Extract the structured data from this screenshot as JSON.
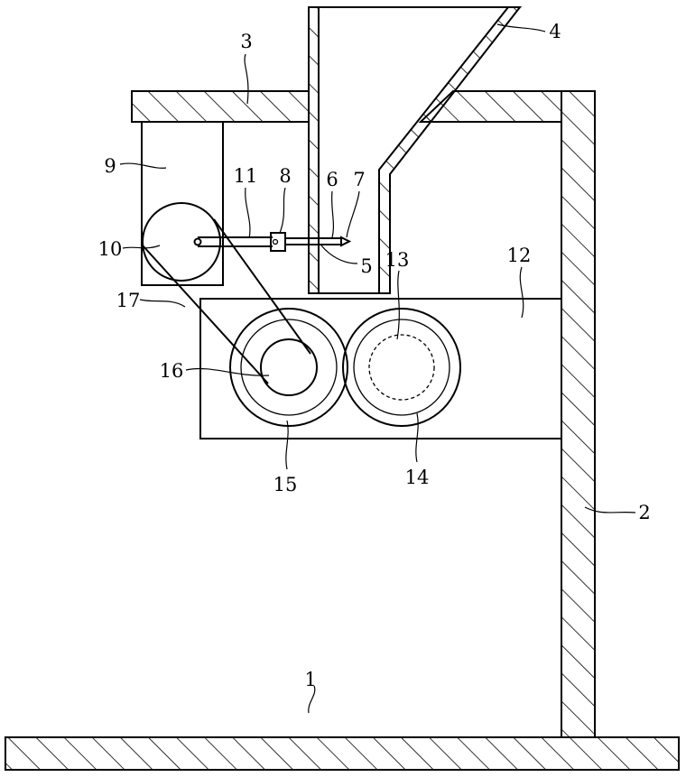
{
  "labels": {
    "l1": "1",
    "l2": "2",
    "l3": "3",
    "l4": "4",
    "l5": "5",
    "l6": "6",
    "l7": "7",
    "l8": "8",
    "l9": "9",
    "l10": "10",
    "l11": "11",
    "l12": "12",
    "l13": "13",
    "l14": "14",
    "l15": "15",
    "l16": "16",
    "l17": "17"
  },
  "colors": {
    "line": "#000000",
    "background": "#ffffff"
  }
}
